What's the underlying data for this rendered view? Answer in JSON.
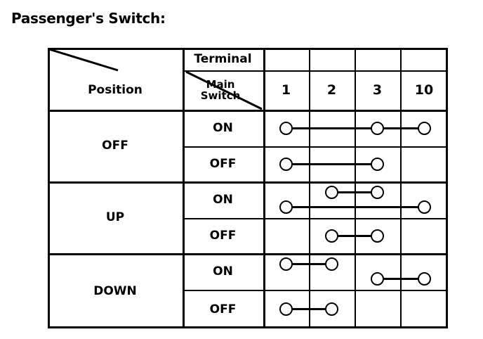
{
  "title": "Passenger's Switch:",
  "table": {
    "corner_headers": {
      "terminal": "Terminal",
      "position": "Position",
      "main_switch": "Main Switch",
      "main_switch_line1": "Main",
      "main_switch_line2": "Switch"
    },
    "terminal_columns": [
      "1",
      "2",
      "3",
      "10"
    ],
    "rows": [
      {
        "position": "OFF",
        "main_switch": "ON",
        "connections": [
          [
            1,
            3,
            10
          ]
        ]
      },
      {
        "position": "OFF",
        "main_switch": "OFF",
        "connections": [
          [
            1,
            3
          ]
        ]
      },
      {
        "position": "UP",
        "main_switch": "ON",
        "connections": [
          [
            2,
            3
          ],
          [
            1,
            10
          ]
        ]
      },
      {
        "position": "UP",
        "main_switch": "OFF",
        "connections": [
          [
            2,
            3
          ]
        ]
      },
      {
        "position": "DOWN",
        "main_switch": "ON",
        "connections": [
          [
            1,
            2
          ],
          [
            3,
            10
          ]
        ]
      },
      {
        "position": "DOWN",
        "main_switch": "OFF",
        "connections": [
          [
            1,
            2
          ]
        ]
      }
    ],
    "position_groups": [
      {
        "label": "OFF",
        "span": 2
      },
      {
        "label": "UP",
        "span": 2
      },
      {
        "label": "DOWN",
        "span": 2
      }
    ]
  },
  "colors": {
    "ink": "#000000",
    "paper": "#ffffff"
  }
}
